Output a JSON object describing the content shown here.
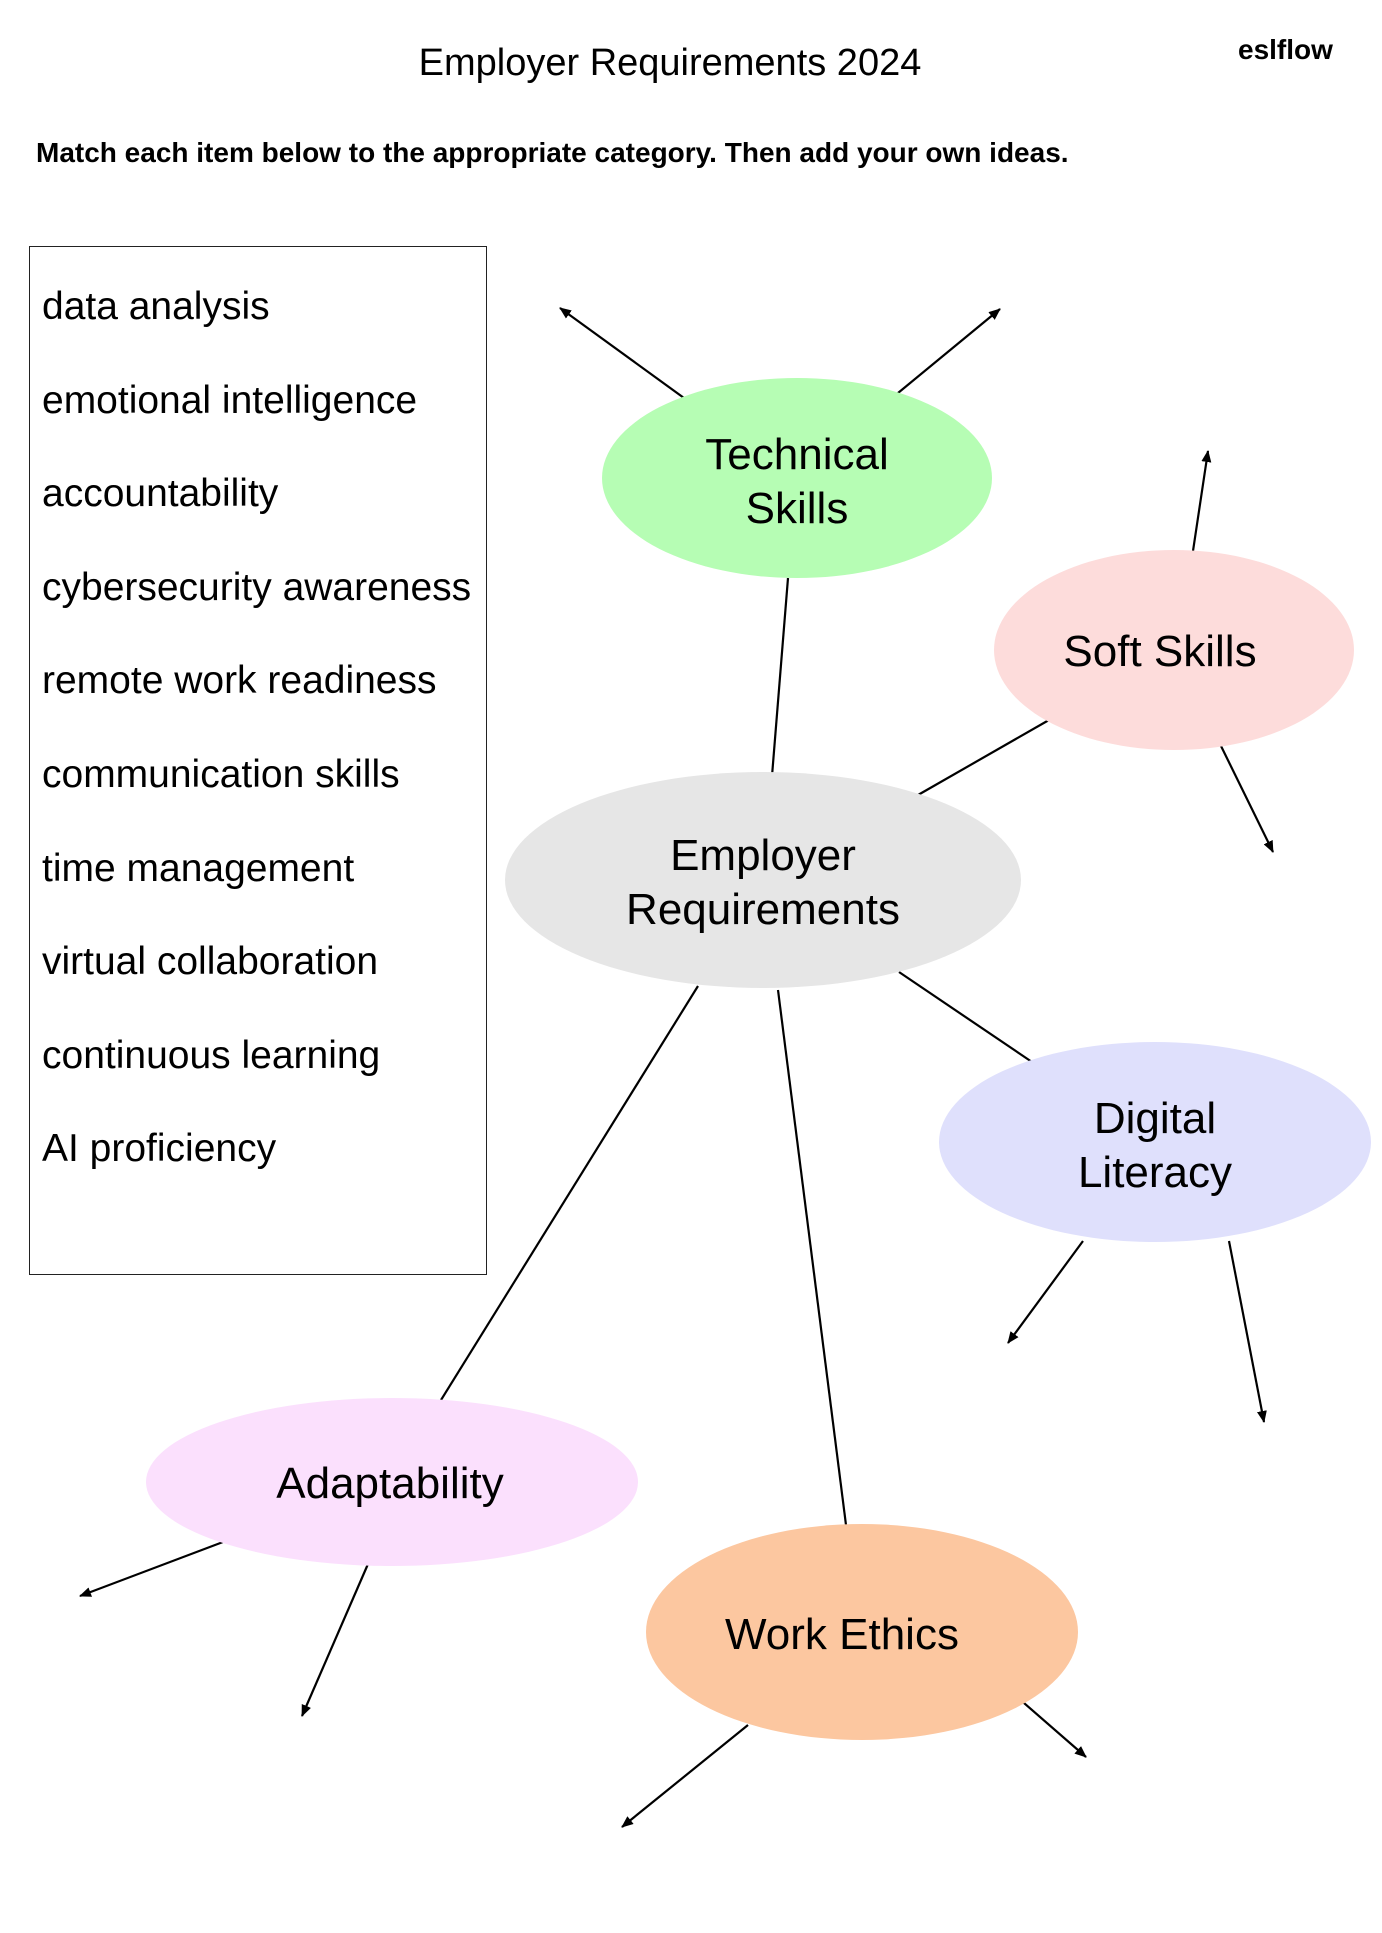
{
  "header": {
    "title": "Employer Requirements 2024",
    "brand": "eslflow",
    "instructions": "Match each item below to the appropriate category. Then add your own ideas."
  },
  "word_bank": {
    "items": [
      "data analysis",
      "emotional intelligence",
      "accountability",
      "cybersecurity awareness",
      "remote work readiness",
      "communication skills",
      "time management",
      "virtual collaboration",
      "continuous learning",
      "AI proficiency"
    ]
  },
  "mind_map": {
    "center": {
      "line1": "Employer",
      "line2": "Requirements",
      "color": "#e6e6e6"
    },
    "categories": [
      {
        "id": "technical",
        "line1": "Technical",
        "line2": "Skills",
        "color": "#b6fdb4"
      },
      {
        "id": "soft",
        "line1": "Soft Skills",
        "line2": "",
        "color": "#fddcdb"
      },
      {
        "id": "digital",
        "line1": "Digital",
        "line2": "Literacy",
        "color": "#dfe0fc"
      },
      {
        "id": "adaptability",
        "line1": "Adaptability",
        "line2": "",
        "color": "#fbe0fd"
      },
      {
        "id": "work-ethics",
        "line1": "Work Ethics",
        "line2": "",
        "color": "#fcc7a0"
      }
    ]
  }
}
